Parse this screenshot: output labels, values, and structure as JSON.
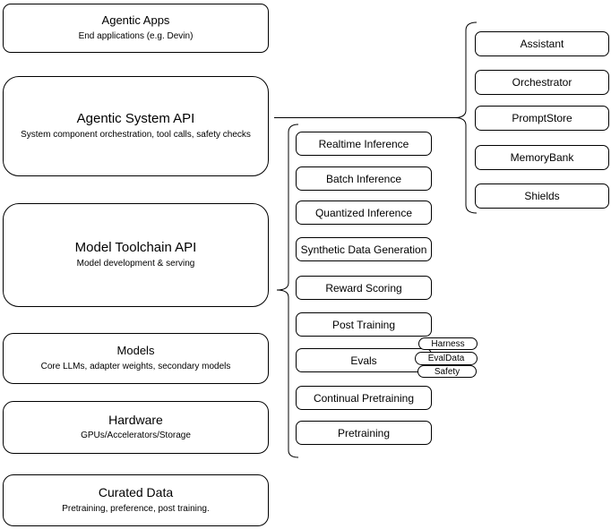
{
  "colors": {
    "stroke": "#000000",
    "background": "#ffffff",
    "text": "#000000"
  },
  "stack": [
    {
      "title": "Agentic Apps",
      "subtitle": "End applications (e.g. Devin)"
    },
    {
      "title": "Agentic System API",
      "subtitle": "System component orchestration, tool calls, safety checks"
    },
    {
      "title": "Model Toolchain API",
      "subtitle": "Model development & serving"
    },
    {
      "title": "Models",
      "subtitle": "Core LLMs, adapter weights, secondary models"
    },
    {
      "title": "Hardware",
      "subtitle": "GPUs/Accelerators/Storage"
    },
    {
      "title": "Curated Data",
      "subtitle": "Pretraining, preference, post training."
    }
  ],
  "toolchain": {
    "items": [
      "Realtime Inference",
      "Batch Inference",
      "Quantized Inference",
      "Synthetic Data Generation",
      "Reward Scoring",
      "Post Training",
      "Evals",
      "Continual Pretraining",
      "Pretraining"
    ]
  },
  "evals_tags": [
    "Harness",
    "EvalData",
    "Safety"
  ],
  "system_components": [
    "Assistant",
    "Orchestrator",
    "PromptStore",
    "MemoryBank",
    "Shields"
  ]
}
